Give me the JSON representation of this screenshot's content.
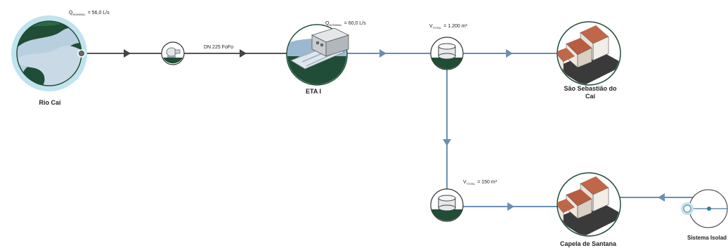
{
  "nodes": {
    "rio_cai": {
      "label": "Rio Caí",
      "flow_param": {
        "symbol": "Q",
        "subscript": "NOMINAL",
        "value": "= 56,0 L/s"
      }
    },
    "pump": {
      "pipe_label": "DN 225 FoFo"
    },
    "eta": {
      "label": "ETA I",
      "flow_param": {
        "symbol": "Q",
        "subscript": "NOMINAL",
        "value": "= 60,0 L/s"
      }
    },
    "reservoir_1": {
      "vol_param": {
        "symbol": "V",
        "subscript": "TOTAL",
        "value": "= 1.200 m³"
      }
    },
    "city_1": {
      "label_line1": "São Sebastião do",
      "label_line2": "Caí"
    },
    "reservoir_2": {
      "vol_param": {
        "symbol": "V",
        "subscript": "TOTAL",
        "value": "= 150 m³"
      }
    },
    "city_2": {
      "label": "Capela de Santana"
    },
    "isolated": {
      "label": "Sistema Isolad"
    }
  },
  "colors": {
    "raw_water_line": "#555555",
    "treated_water_line": "#6b8fb0",
    "dark_green": "#1f4d35",
    "water_blue": "#b8cfe0",
    "halo": "#bfe3ef"
  }
}
